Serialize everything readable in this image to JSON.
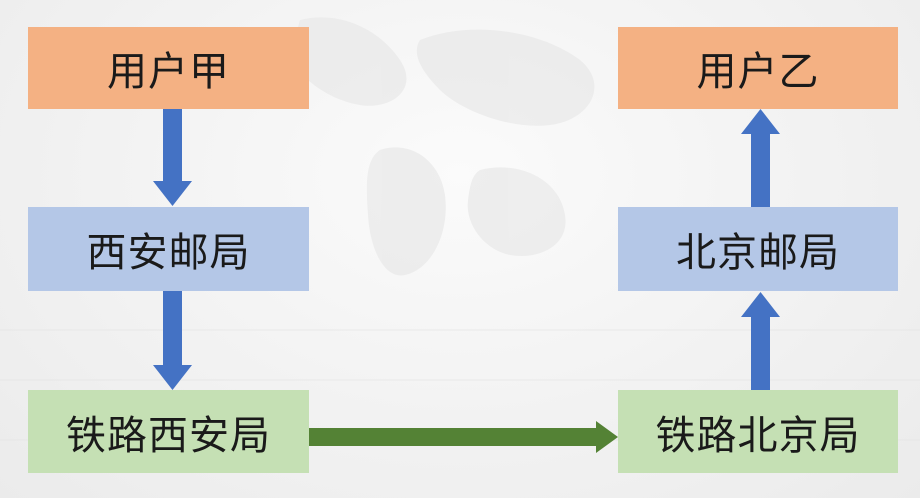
{
  "diagram": {
    "nodes": {
      "sender": "用户甲",
      "xian_post": "西安邮局",
      "xian_rail": "铁路西安局",
      "receiver": "用户乙",
      "beijing_post": "北京邮局",
      "beijing_rail": "铁路北京局"
    }
  },
  "colors": {
    "user_box": "#f4b183",
    "post_box": "#b4c7e7",
    "rail_box": "#c5e0b4",
    "blue_arrow": "#4472c4",
    "green_arrow": "#548235"
  }
}
